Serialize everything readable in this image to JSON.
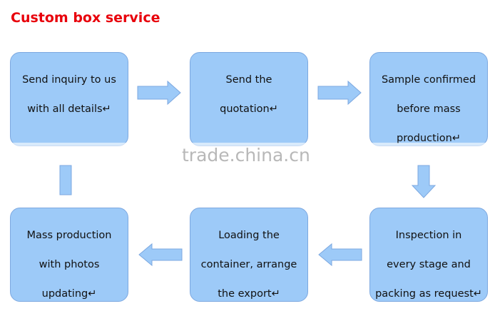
{
  "title": "Custom box service",
  "watermark": "trade.china.cn",
  "colors": {
    "box": "#9dcaf8",
    "border": "#7da8e0",
    "title": "#e8000b"
  },
  "steps": [
    {
      "lines": [
        "Send inquiry to us",
        "with all details↵"
      ]
    },
    {
      "lines": [
        "Send the",
        "quotation↵"
      ]
    },
    {
      "lines": [
        "Sample confirmed",
        "before mass",
        "production↵"
      ]
    },
    {
      "lines": [
        "Inspection in",
        "every stage and",
        "packing as request↵"
      ]
    },
    {
      "lines": [
        "Loading the",
        "container, arrange",
        "the export↵"
      ]
    },
    {
      "lines": [
        "Mass production",
        "with photos",
        "updating↵"
      ]
    }
  ]
}
